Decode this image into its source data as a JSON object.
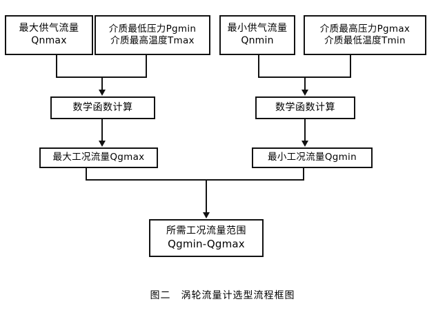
{
  "figure": {
    "caption": "图二　涡轮流量计选型流程框图",
    "background_color": "#ffffff",
    "line_color": "#111111"
  },
  "nodes": {
    "qnmax": {
      "line1": "最大供气流量",
      "line2": "Qnmax"
    },
    "pgmin_tmax": {
      "line1": "介质最低压力Pgmin",
      "line2": "介质最高温度Tmax"
    },
    "qnmin": {
      "line1": "最小供气流量",
      "line2": "Qnmin"
    },
    "pgmax_tmin": {
      "line1": "介质最高压力Pgmax",
      "line2": "介质最低温度Tmin"
    },
    "calc_left": {
      "line1": "数学函数计算"
    },
    "calc_right": {
      "line1": "数学函数计算"
    },
    "qgmax": {
      "line1": "最大工况流量Qgmax"
    },
    "qgmin": {
      "line1": "最小工况流量Qgmin"
    },
    "result": {
      "line1": "所需工况流量范围",
      "line2": "Qgmin-Qgmax"
    }
  }
}
